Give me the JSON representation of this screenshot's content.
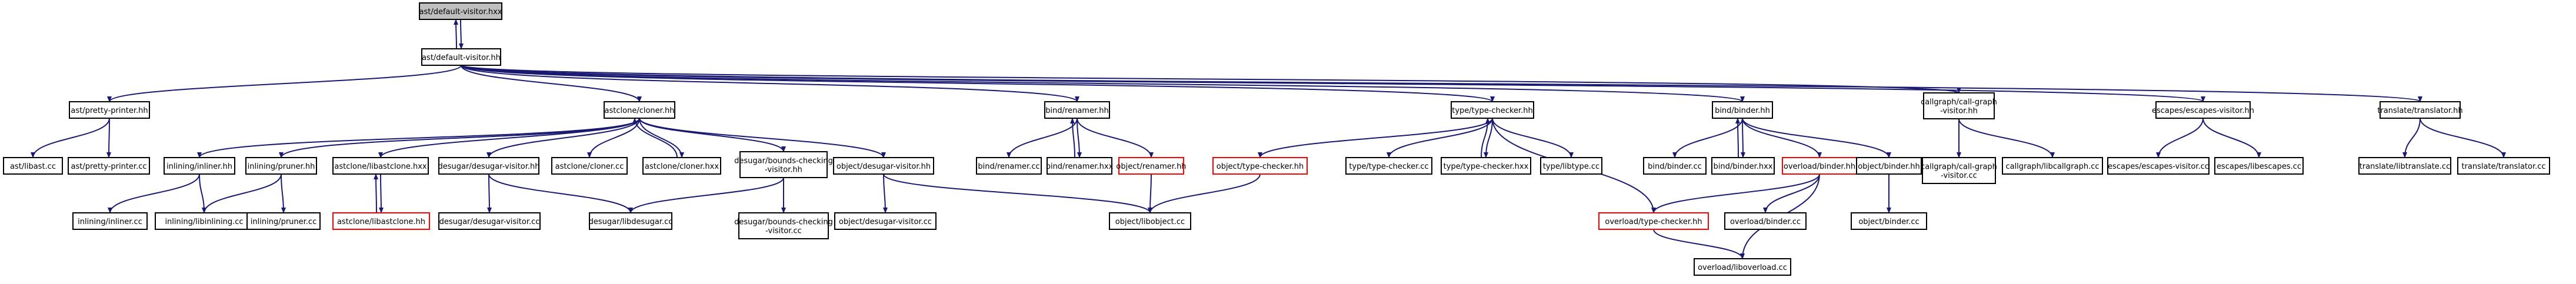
{
  "colors": {
    "edge": "#191970",
    "node_border": "#000000",
    "missing_node_border": "#ff0000",
    "root_fill": "#bfbfbf",
    "node_fill": "#ffffff",
    "background": "#ffffff"
  },
  "nodes": [
    {
      "id": "n1",
      "lines": [
        "ast/default-visitor.hxx"
      ],
      "style": "root"
    },
    {
      "id": "n2",
      "lines": [
        "ast/default-visitor.hh"
      ],
      "style": "normal"
    },
    {
      "id": "n3",
      "lines": [
        "ast/pretty-printer.hh"
      ],
      "style": "normal"
    },
    {
      "id": "n4",
      "lines": [
        "astclone/cloner.hh"
      ],
      "style": "normal"
    },
    {
      "id": "n5",
      "lines": [
        "bind/renamer.hh"
      ],
      "style": "normal"
    },
    {
      "id": "n6",
      "lines": [
        "type/type-checker.hh"
      ],
      "style": "normal"
    },
    {
      "id": "n7",
      "lines": [
        "bind/binder.hh"
      ],
      "style": "normal"
    },
    {
      "id": "n8",
      "lines": [
        "callgraph/call-graph",
        "-visitor.hh"
      ],
      "style": "normal"
    },
    {
      "id": "n9",
      "lines": [
        "escapes/escapes-visitor.hh"
      ],
      "style": "normal"
    },
    {
      "id": "n10",
      "lines": [
        "translate/translator.hh"
      ],
      "style": "normal"
    },
    {
      "id": "n11",
      "lines": [
        "ast/libast.cc"
      ],
      "style": "normal"
    },
    {
      "id": "n12",
      "lines": [
        "ast/pretty-printer.cc"
      ],
      "style": "normal"
    },
    {
      "id": "n13",
      "lines": [
        "inlining/inliner.hh"
      ],
      "style": "normal"
    },
    {
      "id": "n14",
      "lines": [
        "inlining/pruner.hh"
      ],
      "style": "normal"
    },
    {
      "id": "n15",
      "lines": [
        "astclone/libastclone.hxx"
      ],
      "style": "normal"
    },
    {
      "id": "n16",
      "lines": [
        "desugar/desugar-visitor.hh"
      ],
      "style": "normal"
    },
    {
      "id": "n17",
      "lines": [
        "astclone/cloner.cc"
      ],
      "style": "normal"
    },
    {
      "id": "n18",
      "lines": [
        "astclone/cloner.hxx"
      ],
      "style": "normal"
    },
    {
      "id": "n19",
      "lines": [
        "desugar/bounds-checking",
        "-visitor.hh"
      ],
      "style": "normal"
    },
    {
      "id": "n20",
      "lines": [
        "object/desugar-visitor.hh"
      ],
      "style": "normal"
    },
    {
      "id": "n21",
      "lines": [
        "bind/renamer.cc"
      ],
      "style": "normal"
    },
    {
      "id": "n22",
      "lines": [
        "bind/renamer.hxx"
      ],
      "style": "normal"
    },
    {
      "id": "n23",
      "lines": [
        "object/renamer.hh"
      ],
      "style": "missing"
    },
    {
      "id": "n24",
      "lines": [
        "object/type-checker.hh"
      ],
      "style": "missing"
    },
    {
      "id": "n25",
      "lines": [
        "type/type-checker.cc"
      ],
      "style": "normal"
    },
    {
      "id": "n26",
      "lines": [
        "type/type-checker.hxx"
      ],
      "style": "normal"
    },
    {
      "id": "n27",
      "lines": [
        "type/libtype.cc"
      ],
      "style": "normal"
    },
    {
      "id": "n28",
      "lines": [
        "bind/binder.cc"
      ],
      "style": "normal"
    },
    {
      "id": "n29",
      "lines": [
        "bind/binder.hxx"
      ],
      "style": "normal"
    },
    {
      "id": "n30",
      "lines": [
        "overload/binder.hh"
      ],
      "style": "missing"
    },
    {
      "id": "n31",
      "lines": [
        "object/binder.hh"
      ],
      "style": "normal"
    },
    {
      "id": "n32",
      "lines": [
        "callgraph/call-graph",
        "-visitor.cc"
      ],
      "style": "normal"
    },
    {
      "id": "n33",
      "lines": [
        "callgraph/libcallgraph.cc"
      ],
      "style": "normal"
    },
    {
      "id": "n34",
      "lines": [
        "escapes/escapes-visitor.cc"
      ],
      "style": "normal"
    },
    {
      "id": "n35",
      "lines": [
        "escapes/libescapes.cc"
      ],
      "style": "normal"
    },
    {
      "id": "n36",
      "lines": [
        "translate/libtranslate.cc"
      ],
      "style": "normal"
    },
    {
      "id": "n37",
      "lines": [
        "translate/translator.cc"
      ],
      "style": "normal"
    },
    {
      "id": "n38",
      "lines": [
        "inlining/inliner.cc"
      ],
      "style": "normal"
    },
    {
      "id": "n39",
      "lines": [
        "inlining/libinlining.cc"
      ],
      "style": "normal"
    },
    {
      "id": "n40",
      "lines": [
        "inlining/pruner.cc"
      ],
      "style": "normal"
    },
    {
      "id": "n41",
      "lines": [
        "astclone/libastclone.hh"
      ],
      "style": "missing"
    },
    {
      "id": "n42",
      "lines": [
        "desugar/desugar-visitor.cc"
      ],
      "style": "normal"
    },
    {
      "id": "n43",
      "lines": [
        "desugar/libdesugar.cc"
      ],
      "style": "normal"
    },
    {
      "id": "n44",
      "lines": [
        "desugar/bounds-checking",
        "-visitor.cc"
      ],
      "style": "normal"
    },
    {
      "id": "n45",
      "lines": [
        "object/desugar-visitor.cc"
      ],
      "style": "normal"
    },
    {
      "id": "n46",
      "lines": [
        "object/libobject.cc"
      ],
      "style": "normal"
    },
    {
      "id": "n47",
      "lines": [
        "overload/type-checker.hh"
      ],
      "style": "missing"
    },
    {
      "id": "n48",
      "lines": [
        "overload/binder.cc"
      ],
      "style": "normal"
    },
    {
      "id": "n49",
      "lines": [
        "object/binder.cc"
      ],
      "style": "normal"
    },
    {
      "id": "n50",
      "lines": [
        "overload/liboverload.cc"
      ],
      "style": "normal"
    }
  ],
  "edges": [
    [
      "n1",
      "n2"
    ],
    [
      "n2",
      "n1"
    ],
    [
      "n2",
      "n3"
    ],
    [
      "n2",
      "n4"
    ],
    [
      "n2",
      "n5"
    ],
    [
      "n2",
      "n6"
    ],
    [
      "n2",
      "n7"
    ],
    [
      "n2",
      "n8"
    ],
    [
      "n2",
      "n9"
    ],
    [
      "n2",
      "n10"
    ],
    [
      "n3",
      "n11"
    ],
    [
      "n3",
      "n12"
    ],
    [
      "n4",
      "n13"
    ],
    [
      "n4",
      "n14"
    ],
    [
      "n4",
      "n15"
    ],
    [
      "n4",
      "n16"
    ],
    [
      "n4",
      "n17"
    ],
    [
      "n4",
      "n18"
    ],
    [
      "n18",
      "n4"
    ],
    [
      "n4",
      "n19"
    ],
    [
      "n4",
      "n20"
    ],
    [
      "n5",
      "n21"
    ],
    [
      "n5",
      "n22"
    ],
    [
      "n22",
      "n5"
    ],
    [
      "n5",
      "n23"
    ],
    [
      "n6",
      "n24"
    ],
    [
      "n6",
      "n25"
    ],
    [
      "n6",
      "n26"
    ],
    [
      "n26",
      "n6"
    ],
    [
      "n6",
      "n27"
    ],
    [
      "n6",
      "n47"
    ],
    [
      "n7",
      "n28"
    ],
    [
      "n7",
      "n29"
    ],
    [
      "n29",
      "n7"
    ],
    [
      "n7",
      "n30"
    ],
    [
      "n7",
      "n31"
    ],
    [
      "n8",
      "n32"
    ],
    [
      "n8",
      "n33"
    ],
    [
      "n9",
      "n34"
    ],
    [
      "n9",
      "n35"
    ],
    [
      "n10",
      "n36"
    ],
    [
      "n10",
      "n37"
    ],
    [
      "n13",
      "n38"
    ],
    [
      "n13",
      "n39"
    ],
    [
      "n14",
      "n39"
    ],
    [
      "n14",
      "n40"
    ],
    [
      "n15",
      "n41"
    ],
    [
      "n41",
      "n15"
    ],
    [
      "n16",
      "n42"
    ],
    [
      "n16",
      "n43"
    ],
    [
      "n19",
      "n44"
    ],
    [
      "n19",
      "n43"
    ],
    [
      "n20",
      "n45"
    ],
    [
      "n20",
      "n46"
    ],
    [
      "n23",
      "n46"
    ],
    [
      "n24",
      "n46"
    ],
    [
      "n30",
      "n47"
    ],
    [
      "n30",
      "n48"
    ],
    [
      "n30",
      "n50"
    ],
    [
      "n31",
      "n49"
    ],
    [
      "n47",
      "n50"
    ]
  ]
}
